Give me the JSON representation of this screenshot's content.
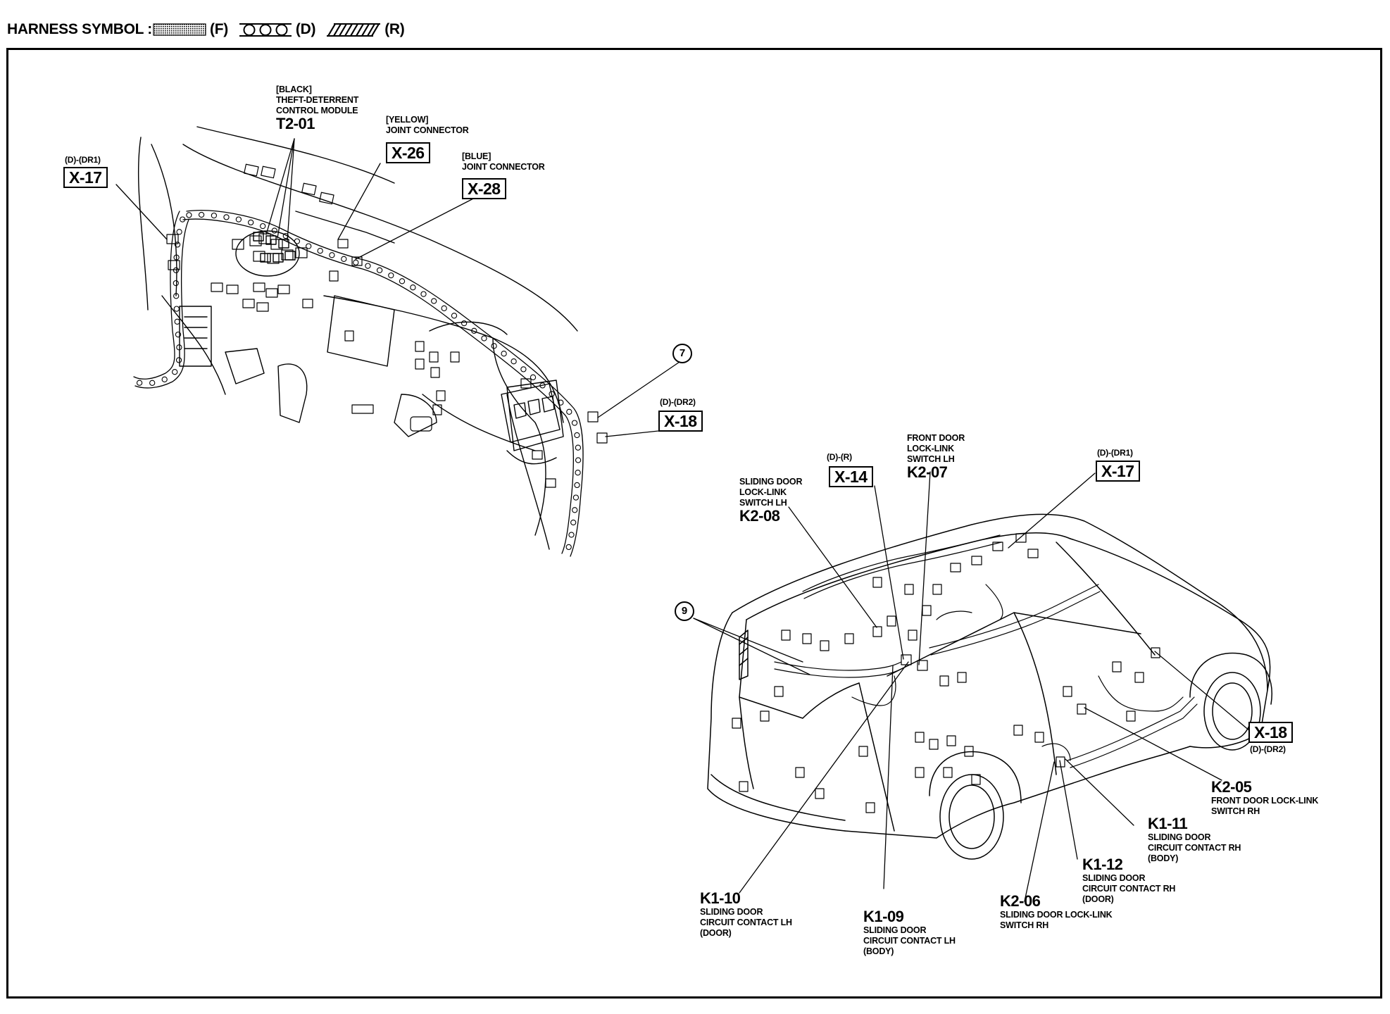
{
  "legend": {
    "title": "HARNESS SYMBOL :",
    "items": [
      {
        "code": "(F)",
        "pattern": "dotted-band"
      },
      {
        "code": "(D)",
        "pattern": "chain-circles"
      },
      {
        "code": "(R)",
        "pattern": "diagonal-hatch"
      }
    ]
  },
  "dashboard": {
    "t201": {
      "color": "[BLACK]",
      "line1": "THEFT-DETERRENT",
      "line2": "CONTROL MODULE",
      "code": "T2-01"
    },
    "x26": {
      "color": "[YELLOW]",
      "line1": "JOINT CONNECTOR",
      "code": "X-26"
    },
    "x28": {
      "color": "[BLUE]",
      "line1": "JOINT CONNECTOR",
      "code": "X-28"
    },
    "x17": {
      "tag": "(D)-(DR1)",
      "code": "X-17"
    },
    "x18": {
      "tag": "(D)-(DR2)",
      "code": "X-18"
    },
    "callout": "7"
  },
  "body": {
    "callout": "9",
    "x14": {
      "tag": "(D)-(R)",
      "code": "X-14"
    },
    "k207": {
      "line1": "FRONT DOOR",
      "line2": "LOCK-LINK",
      "line3": "SWITCH LH",
      "code": "K2-07"
    },
    "k208": {
      "line1": "SLIDING DOOR",
      "line2": "LOCK-LINK",
      "line3": "SWITCH LH",
      "code": "K2-08"
    },
    "x17": {
      "tag": "(D)-(DR1)",
      "code": "X-17"
    },
    "x18": {
      "tag": "(D)-(DR2)",
      "code": "X-18"
    },
    "k205": {
      "code": "K2-05",
      "line1": "FRONT DOOR LOCK-LINK",
      "line2": "SWITCH RH"
    },
    "k111": {
      "code": "K1-11",
      "line1": "SLIDING DOOR",
      "line2": "CIRCUIT CONTACT RH",
      "line3": "(BODY)"
    },
    "k112": {
      "code": "K1-12",
      "line1": "SLIDING DOOR",
      "line2": "CIRCUIT CONTACT RH",
      "line3": "(DOOR)"
    },
    "k206": {
      "code": "K2-06",
      "line1": "SLIDING DOOR LOCK-LINK",
      "line2": "SWITCH RH"
    },
    "k110": {
      "code": "K1-10",
      "line1": "SLIDING DOOR",
      "line2": "CIRCUIT CONTACT LH",
      "line3": "(DOOR)"
    },
    "k109": {
      "code": "K1-09",
      "line1": "SLIDING DOOR",
      "line2": "CIRCUIT CONTACT LH",
      "line3": "(BODY)"
    }
  }
}
